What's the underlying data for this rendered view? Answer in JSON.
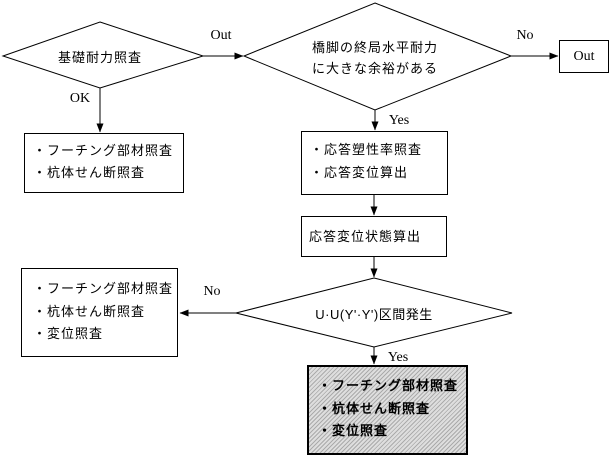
{
  "diagram_type": "flowchart",
  "nodes": {
    "decision_foundation": {
      "label": "基礎耐力照査"
    },
    "box_footing_pile": {
      "lines": [
        "・フーチング部材照査",
        "・杭体せん断照査"
      ]
    },
    "decision_pier_capacity": {
      "line1": "橋脚の終局水平耐力",
      "line2": "に大きな余裕がある"
    },
    "out_box": {
      "label": "Out"
    },
    "box_response_check": {
      "lines": [
        "・応答塑性率照査",
        "・応答変位算出"
      ]
    },
    "box_displacement_state": {
      "label": "応答変位状態算出"
    },
    "decision_uu_section": {
      "label": "U·U(Y'·Y')区間発生"
    },
    "box_no_branch": {
      "lines": [
        "・フーチング部材照査",
        "・杭体せん断照査",
        "・変位照査"
      ]
    },
    "box_final_checks": {
      "lines": [
        "・フーチング部材照査",
        "・杭体せん断照査",
        "・変位照査"
      ]
    }
  },
  "edge_labels": {
    "out_top": "Out",
    "ok": "OK",
    "no_top": "No",
    "yes_top": "Yes",
    "no_bottom": "No",
    "yes_bottom": "Yes"
  },
  "colors": {
    "line": "#000000",
    "background": "#ffffff",
    "hatch_light": "#dedede",
    "hatch_dark": "#ababab"
  }
}
